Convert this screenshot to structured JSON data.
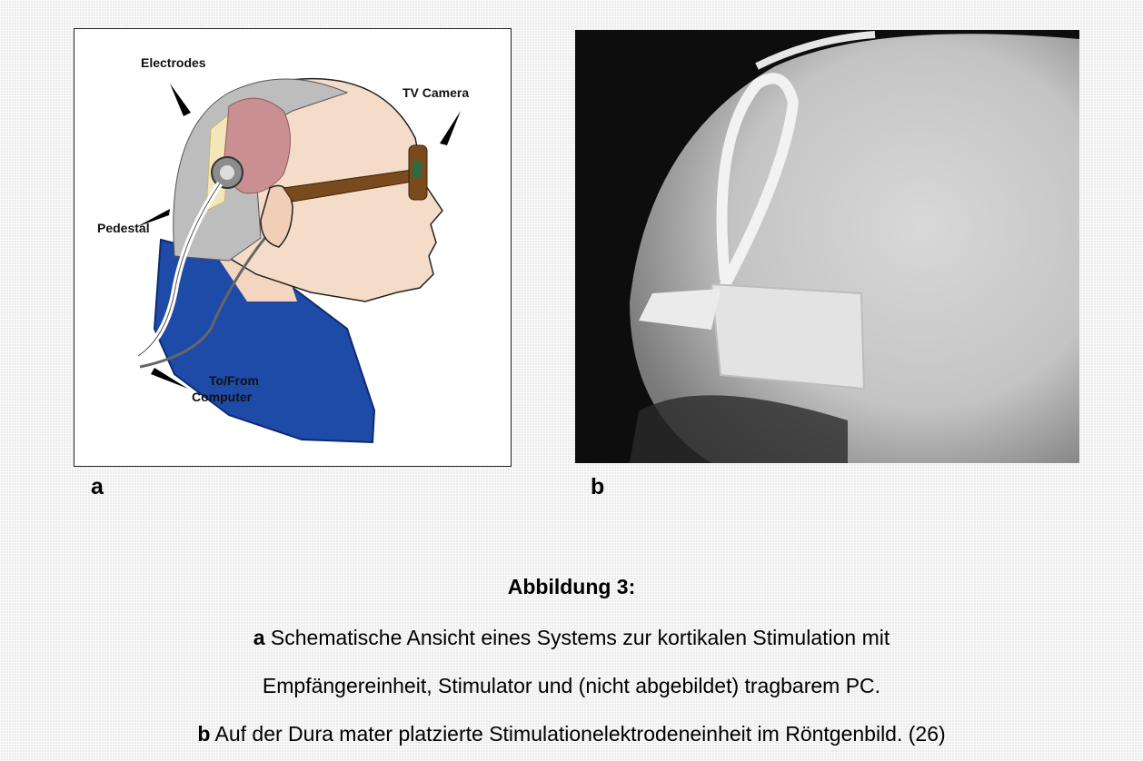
{
  "figure_a": {
    "labels": {
      "electrodes": "Electrodes",
      "tv_camera": "TV Camera",
      "pedestal": "Pedestal",
      "to_from_computer_line1": "To/From",
      "to_from_computer_line2": "Computer"
    },
    "panel_letter": "a"
  },
  "figure_b": {
    "panel_letter": "b"
  },
  "caption": {
    "title": "Abbildung 3:",
    "part_a_letter": "a",
    "part_a_line1": "Schematische Ansicht eines Systems zur kortikalen Stimulation mit",
    "part_a_line2": "Empfängereinheit, Stimulator und (nicht abgebildet) tragbarem PC.",
    "part_b_letter": "b",
    "part_b_text": "Auf der Dura mater platzierte Stimulationelektrodeneinheit im Röntgenbild. (26)"
  },
  "colors": {
    "jacket": "#1e4aa8",
    "skin": "#f5dcc8",
    "hair": "#b9b9b9",
    "brain": "#c98f93",
    "glasses": "#7a4a1f"
  }
}
